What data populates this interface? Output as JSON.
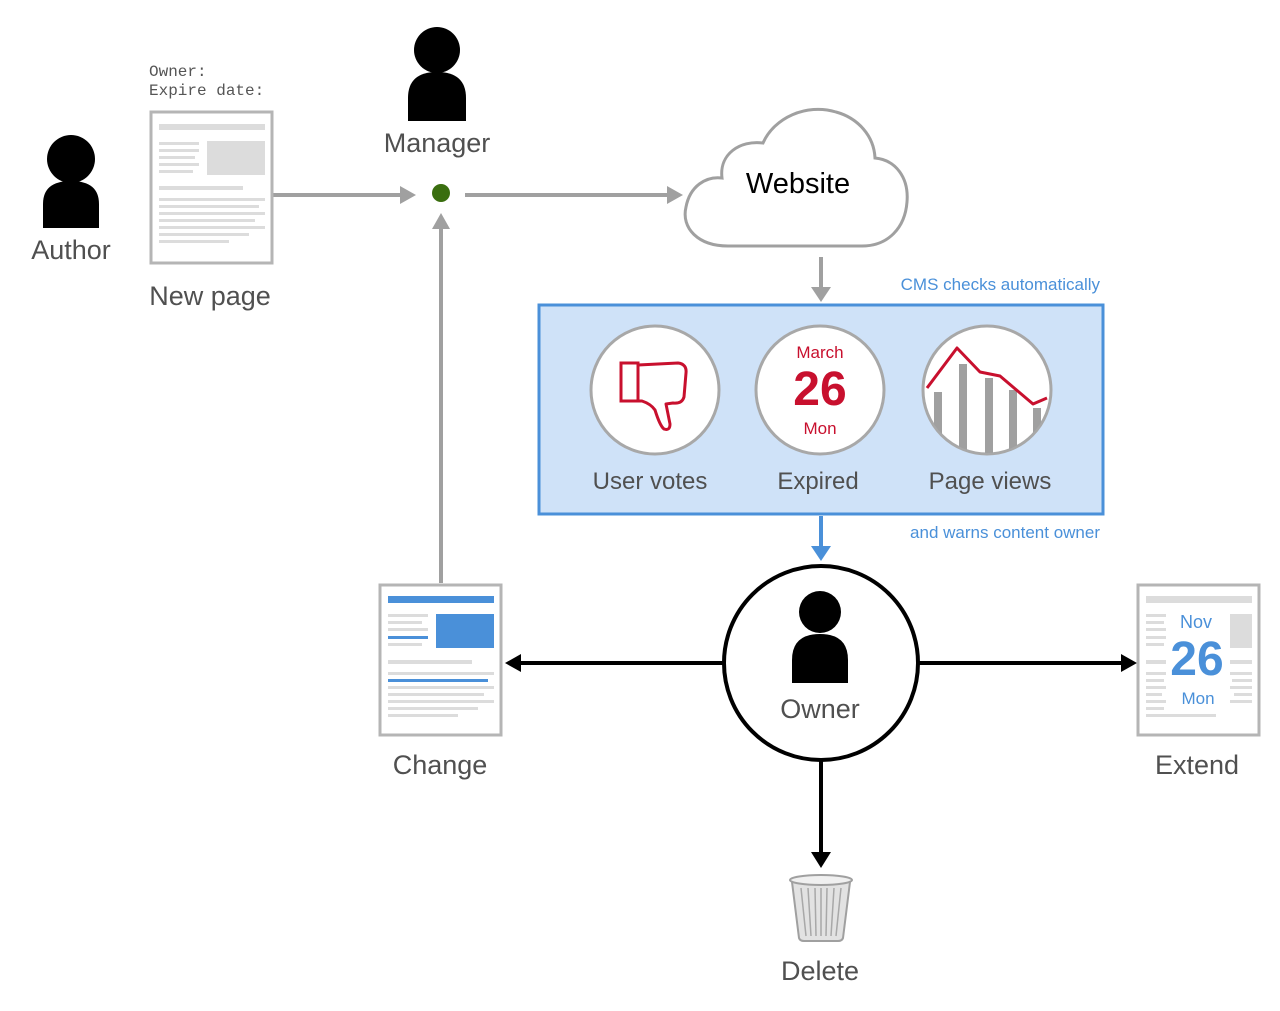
{
  "colors": {
    "gray_line": "#a0a0a0",
    "doc_gray": "#b5b5b5",
    "doc_fill": "#dcdcdc",
    "black": "#000000",
    "accent_blue": "#4a90d9",
    "panel_fill": "#cfe2f8",
    "alert_red": "#c8102e",
    "dot_green": "#3a6e0f",
    "label_gray": "#505050"
  },
  "actors": {
    "author": {
      "label": "Author",
      "icon": "person-icon"
    },
    "manager": {
      "label": "Manager",
      "icon": "person-icon"
    },
    "owner": {
      "label": "Owner",
      "icon": "person-icon"
    }
  },
  "new_page": {
    "meta_line1": "Owner:",
    "meta_line2": "Expire date:",
    "label": "New page",
    "icon": "document-icon"
  },
  "website": {
    "label": "Website",
    "icon": "cloud-icon"
  },
  "checks": {
    "top_note": "CMS checks automatically",
    "bottom_note": "and warns content owner",
    "items": [
      {
        "label": "User votes",
        "icon": "thumbs-down-icon"
      },
      {
        "label": "Expired",
        "icon": "calendar-icon",
        "month": "March",
        "day": "26",
        "weekday": "Mon"
      },
      {
        "label": "Page views",
        "icon": "bar-line-chart-icon"
      }
    ]
  },
  "outcomes": {
    "change": {
      "label": "Change",
      "icon": "document-icon"
    },
    "extend": {
      "label": "Extend",
      "icon": "document-calendar-icon",
      "month": "Nov",
      "day": "26",
      "weekday": "Mon"
    },
    "delete": {
      "label": "Delete",
      "icon": "trash-icon"
    }
  }
}
